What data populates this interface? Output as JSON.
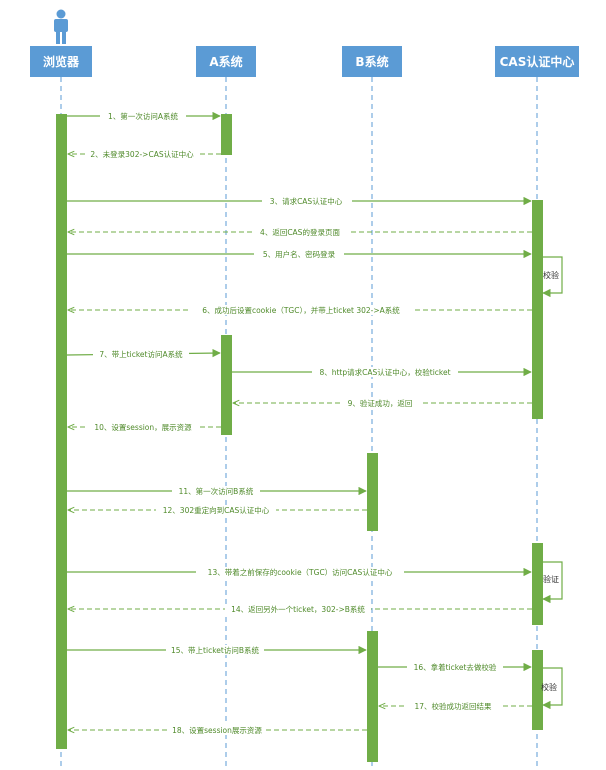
{
  "participants": [
    {
      "key": "browser",
      "label": "浏览器",
      "has_actor_icon": true
    },
    {
      "key": "a",
      "label": "A系统"
    },
    {
      "key": "b",
      "label": "B系统"
    },
    {
      "key": "cas",
      "label": "CAS认证中心"
    }
  ],
  "messages": [
    {
      "label": "1、第一次访问A系统",
      "from": "browser",
      "to": "a",
      "dashed": false
    },
    {
      "label": "2、未登录302->CAS认证中心",
      "from": "a",
      "to": "browser",
      "dashed": true
    },
    {
      "label": "3、请求CAS认证中心",
      "from": "browser",
      "to": "cas",
      "dashed": false
    },
    {
      "label": "4、返回CAS的登录页面",
      "from": "cas",
      "to": "browser",
      "dashed": true
    },
    {
      "label": "5、用户名、密码登录",
      "from": "browser",
      "to": "cas",
      "dashed": false
    },
    {
      "label": "6、成功后设置cookie（TGC），并带上ticket 302->A系统",
      "from": "cas",
      "to": "browser",
      "dashed": true
    },
    {
      "label": "7、带上ticket访问A系统",
      "from": "browser",
      "to": "a",
      "dashed": false
    },
    {
      "label": "8、http请求CAS认证中心，校验ticket",
      "from": "a",
      "to": "cas",
      "dashed": false
    },
    {
      "label": "9、验证成功，返回",
      "from": "cas",
      "to": "a",
      "dashed": true
    },
    {
      "label": "10、设置session，展示资源",
      "from": "a",
      "to": "browser",
      "dashed": true
    },
    {
      "label": "11、第一次访问B系统",
      "from": "browser",
      "to": "b",
      "dashed": false
    },
    {
      "label": "12、302重定向到CAS认证中心",
      "from": "b",
      "to": "browser",
      "dashed": true
    },
    {
      "label": "13、带着之前保存的cookie（TGC）访问CAS认证中心",
      "from": "browser",
      "to": "cas",
      "dashed": false
    },
    {
      "label": "14、返回另外一个ticket，302->B系统",
      "from": "cas",
      "to": "browser",
      "dashed": true
    },
    {
      "label": "15、带上ticket访问B系统",
      "from": "browser",
      "to": "b",
      "dashed": false
    },
    {
      "label": "16、拿着ticket去做校验",
      "from": "b",
      "to": "cas",
      "dashed": false
    },
    {
      "label": "17、校验成功返回结果",
      "from": "cas",
      "to": "b",
      "dashed": true
    },
    {
      "label": "18、设置session展示资源",
      "from": "b",
      "to": "browser",
      "dashed": true
    }
  ],
  "self_calls": [
    {
      "label": "校验",
      "on": "cas"
    },
    {
      "label": "验证",
      "on": "cas"
    },
    {
      "label": "校验",
      "on": "cas"
    }
  ],
  "colors": {
    "header_fill": "#5b9bd5",
    "header_text": "#ffffff",
    "actor": "#5b9bd5",
    "lifeline": "#5b9bd5",
    "activation": "#70ad47",
    "message_line": "#70ad47",
    "message_text": "#4f8a2a"
  }
}
